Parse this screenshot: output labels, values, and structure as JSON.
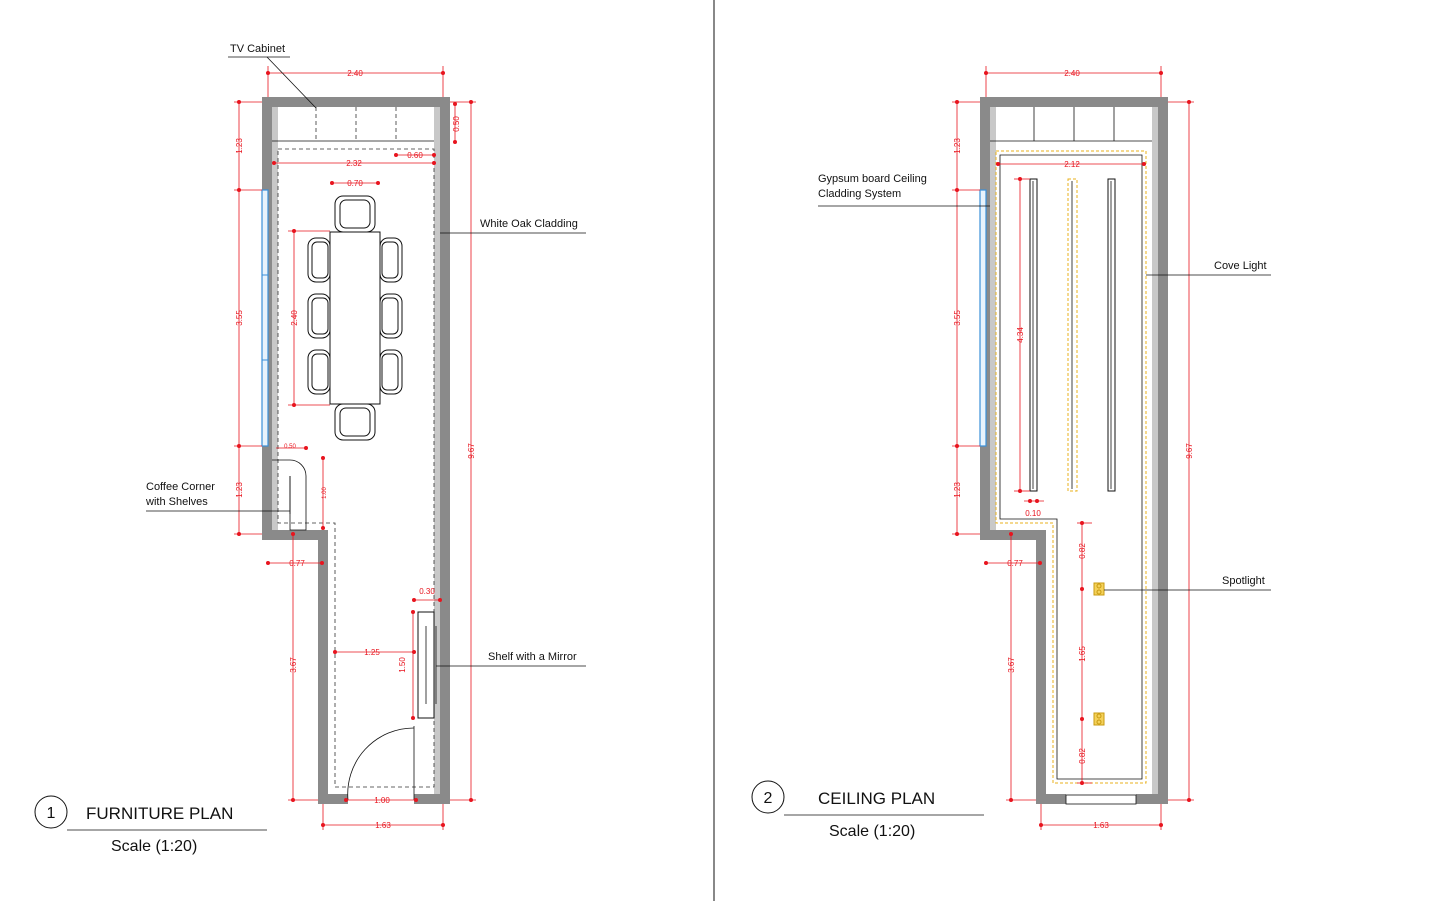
{
  "furniture_plan": {
    "number": "1",
    "title": "FURNITURE PLAN",
    "scale": "Scale (1:20)",
    "labels": {
      "tv_cabinet": "TV Cabinet",
      "white_oak": "White Oak Cladding",
      "coffee_line1": "Coffee Corner",
      "coffee_line2": "with Shelves",
      "shelf_mirror": "Shelf with a Mirror"
    },
    "dims": {
      "top_width": "2.40",
      "cabinet_depth": "0.50",
      "cabinet_offset": "0.60",
      "inner_width": "2.32",
      "chair_width": "0.70",
      "table_length": "2.40",
      "left_top": "1.23",
      "left_mid": "3.55",
      "left_low": "1.23",
      "total_length": "9.67",
      "coffee_gap": "0.50",
      "coffee_depth": "1.00",
      "step_width": "0.77",
      "lower_length": "3.67",
      "shelf_offset": "1.25",
      "shelf_length": "1.50",
      "shelf_depth": "0.30",
      "door_width": "1.00",
      "bottom_width": "1.63"
    }
  },
  "ceiling_plan": {
    "number": "2",
    "title": "CEILING PLAN",
    "scale": "Scale (1:20)",
    "labels": {
      "gypsum_line1": "Gypsum board Ceiling",
      "gypsum_line2": "Cladding System",
      "cove_light": "Cove Light",
      "spotlight": "Spotlight"
    },
    "dims": {
      "top_width": "2.40",
      "inner_width": "2.12",
      "light_length": "4.34",
      "light_width": "0.10",
      "left_top": "1.23",
      "left_mid": "3.55",
      "left_low": "1.23",
      "total_length": "9.67",
      "step_width": "0.77",
      "lower_length": "3.67",
      "spot_top": "0.82",
      "spot_mid": "1.65",
      "spot_bottom": "0.82",
      "bottom_width": "1.63"
    }
  },
  "colors": {
    "dimension": "#e8141e",
    "wall": "#8a8a8a",
    "window": "#3a8fd8",
    "cove_light": "#e8b21e"
  }
}
